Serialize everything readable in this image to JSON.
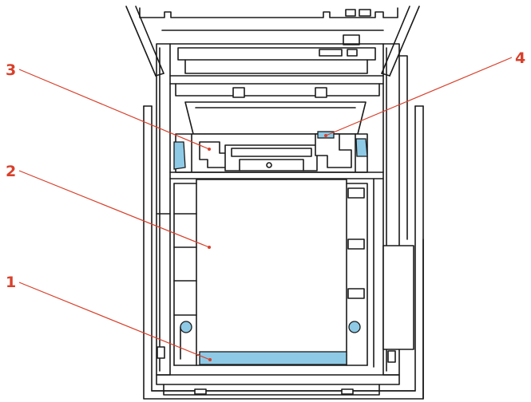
{
  "colors": {
    "callout": "#d8402b",
    "highlight": "#8ecae6",
    "outline": "#1a1a1a"
  },
  "callouts": [
    {
      "id": "1",
      "label": "1"
    },
    {
      "id": "2",
      "label": "2"
    },
    {
      "id": "3",
      "label": "3"
    },
    {
      "id": "4",
      "label": "4"
    }
  ]
}
